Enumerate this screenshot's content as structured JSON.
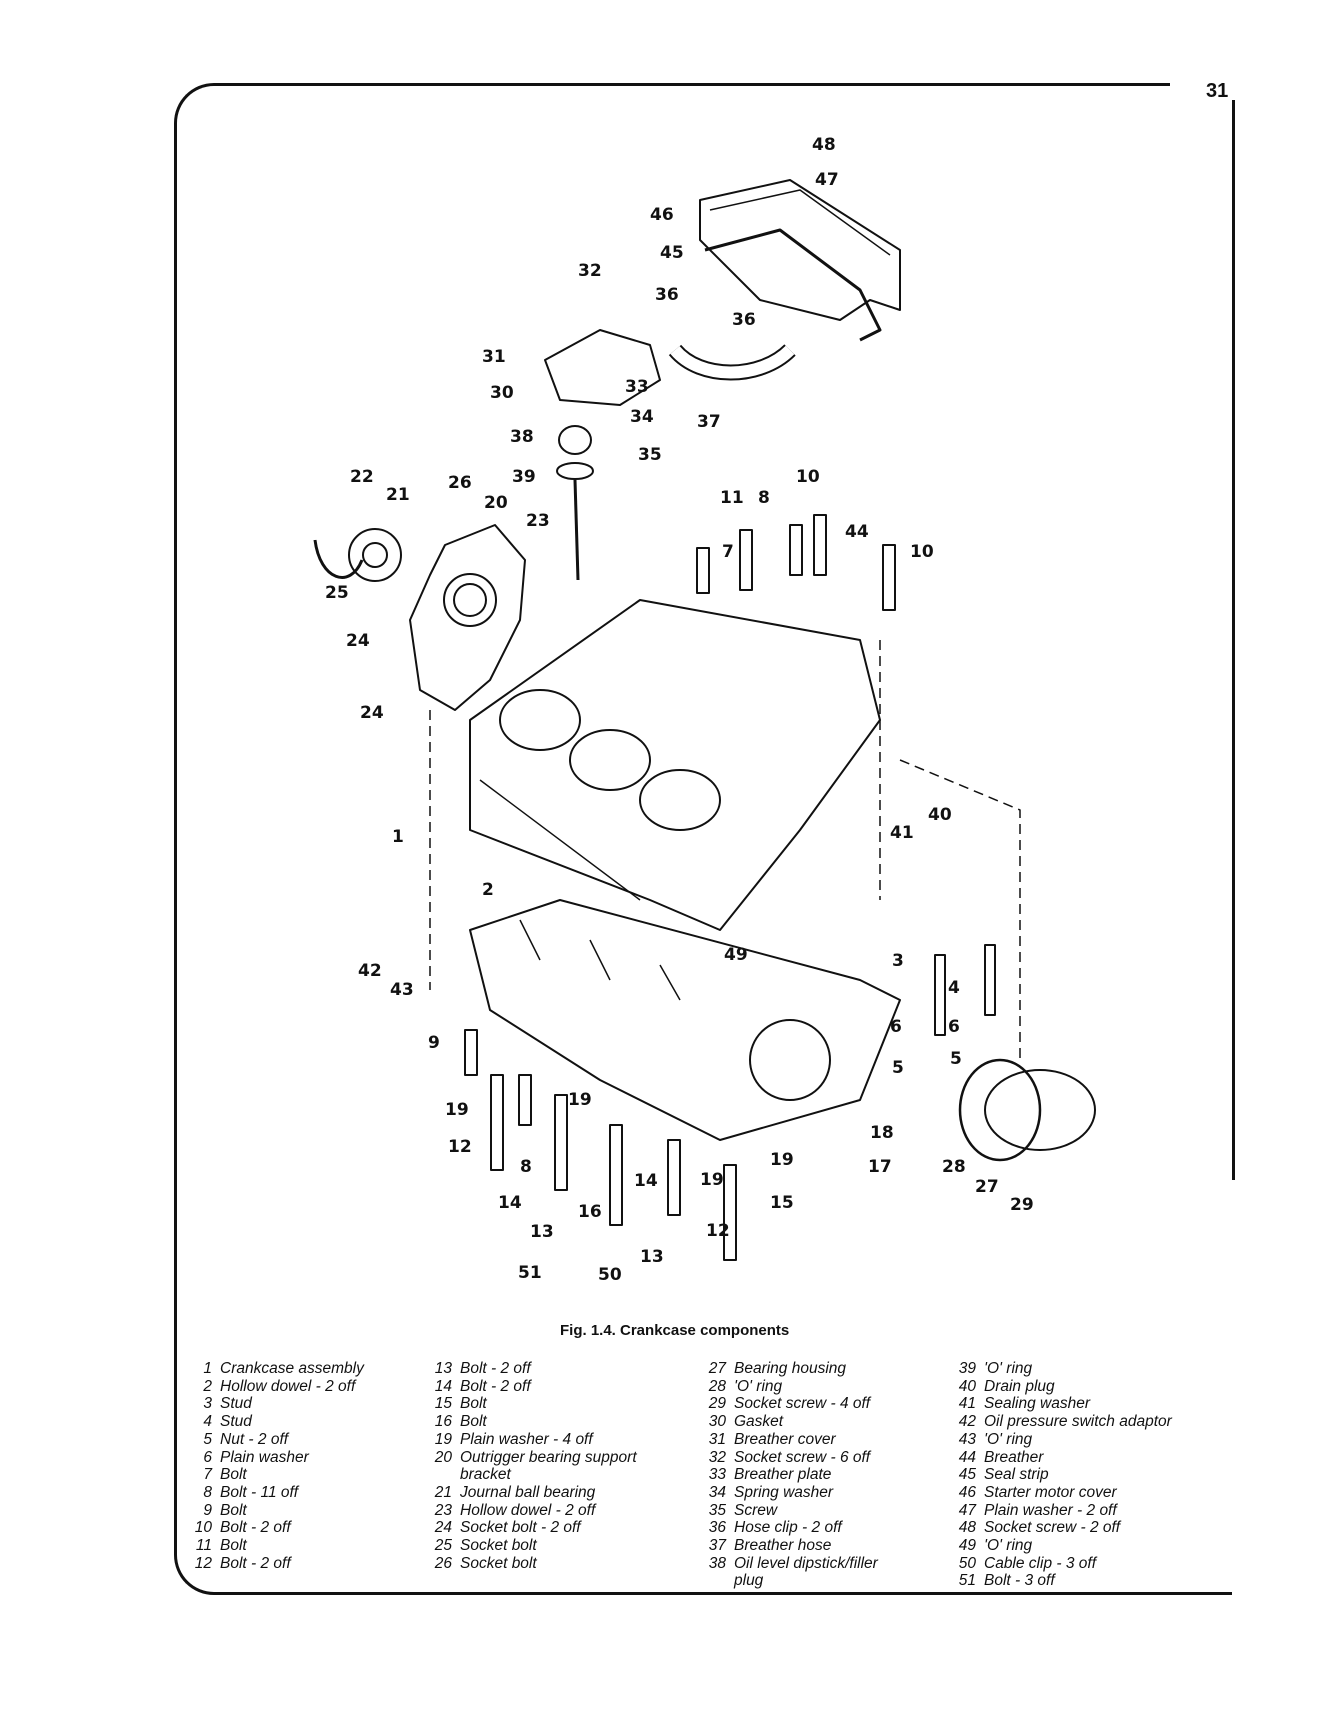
{
  "page_number": "31",
  "caption": "Fig. 1.4. Crankcase components",
  "callouts": [
    "48",
    "47",
    "46",
    "45",
    "32",
    "36",
    "36",
    "31",
    "30",
    "33",
    "34",
    "37",
    "38",
    "35",
    "39",
    "22",
    "21",
    "26",
    "20",
    "23",
    "10",
    "11",
    "8",
    "7",
    "44",
    "10",
    "25",
    "24",
    "24",
    "1",
    "40",
    "41",
    "2",
    "42",
    "43",
    "49",
    "3",
    "4",
    "6",
    "6",
    "5",
    "5",
    "9",
    "19",
    "19",
    "12",
    "8",
    "18",
    "17",
    "28",
    "27",
    "29",
    "14",
    "19",
    "19",
    "15",
    "14",
    "16",
    "13",
    "12",
    "13",
    "51",
    "50"
  ],
  "legend": {
    "col1": [
      {
        "num": "1",
        "text": "Crankcase assembly"
      },
      {
        "num": "2",
        "text": "Hollow dowel - 2 off"
      },
      {
        "num": "3",
        "text": "Stud"
      },
      {
        "num": "4",
        "text": "Stud"
      },
      {
        "num": "5",
        "text": "Nut - 2 off"
      },
      {
        "num": "6",
        "text": "Plain washer"
      },
      {
        "num": "7",
        "text": "Bolt"
      },
      {
        "num": "8",
        "text": "Bolt - 11 off"
      },
      {
        "num": "9",
        "text": "Bolt"
      },
      {
        "num": "10",
        "text": "Bolt - 2 off"
      },
      {
        "num": "11",
        "text": "Bolt"
      },
      {
        "num": "12",
        "text": "Bolt - 2 off"
      }
    ],
    "col2": [
      {
        "num": "13",
        "text": "Bolt - 2 off"
      },
      {
        "num": "14",
        "text": "Bolt - 2 off"
      },
      {
        "num": "15",
        "text": "Bolt"
      },
      {
        "num": "16",
        "text": "Bolt"
      },
      {
        "num": "19",
        "text": "Plain washer - 4 off"
      },
      {
        "num": "20",
        "text": "Outrigger bearing support"
      },
      {
        "num": "",
        "text": "bracket"
      },
      {
        "num": "21",
        "text": "Journal ball bearing"
      },
      {
        "num": "23",
        "text": "Hollow dowel - 2 off"
      },
      {
        "num": "24",
        "text": "Socket bolt - 2 off"
      },
      {
        "num": "25",
        "text": "Socket bolt"
      },
      {
        "num": "26",
        "text": "Socket bolt"
      }
    ],
    "col3": [
      {
        "num": "27",
        "text": "Bearing housing"
      },
      {
        "num": "28",
        "text": "'O' ring"
      },
      {
        "num": "29",
        "text": "Socket screw - 4 off"
      },
      {
        "num": "30",
        "text": "Gasket"
      },
      {
        "num": "31",
        "text": "Breather cover"
      },
      {
        "num": "32",
        "text": "Socket screw - 6 off"
      },
      {
        "num": "33",
        "text": "Breather plate"
      },
      {
        "num": "34",
        "text": "Spring washer"
      },
      {
        "num": "35",
        "text": "Screw"
      },
      {
        "num": "36",
        "text": "Hose clip - 2 off"
      },
      {
        "num": "37",
        "text": "Breather hose"
      },
      {
        "num": "38",
        "text": "Oil level dipstick/filler"
      },
      {
        "num": "",
        "text": "plug"
      }
    ],
    "col4": [
      {
        "num": "39",
        "text": "'O' ring"
      },
      {
        "num": "40",
        "text": "Drain plug"
      },
      {
        "num": "41",
        "text": "Sealing washer"
      },
      {
        "num": "42",
        "text": "Oil pressure switch adaptor"
      },
      {
        "num": "43",
        "text": "'O' ring"
      },
      {
        "num": "44",
        "text": "Breather"
      },
      {
        "num": "45",
        "text": "Seal strip"
      },
      {
        "num": "46",
        "text": "Starter motor cover"
      },
      {
        "num": "47",
        "text": "Plain washer - 2 off"
      },
      {
        "num": "48",
        "text": "Socket screw - 2 off"
      },
      {
        "num": "49",
        "text": "'O' ring"
      },
      {
        "num": "50",
        "text": "Cable clip - 3 off"
      },
      {
        "num": "51",
        "text": "Bolt - 3 off"
      }
    ]
  }
}
